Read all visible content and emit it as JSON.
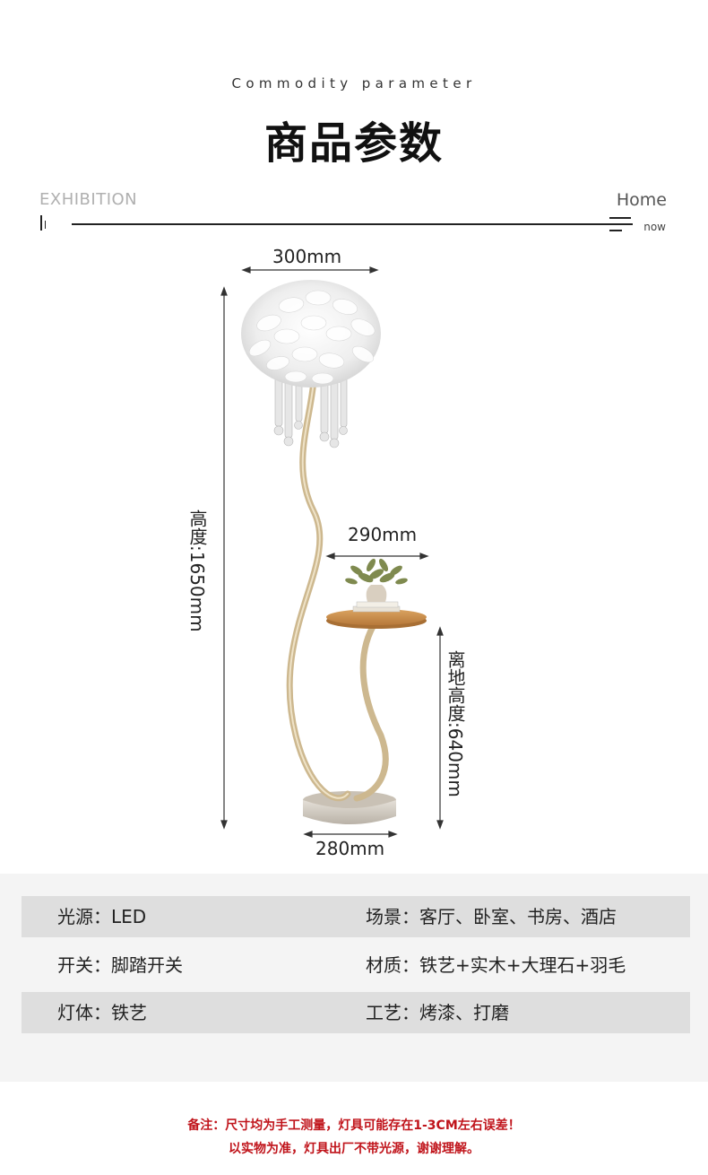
{
  "header": {
    "subtitle_en": "Commodity parameter",
    "title_cn": "商品参数",
    "exhibition": "EXHIBITION",
    "home": "Home",
    "now": "now"
  },
  "dimensions": {
    "shade_width": "300mm",
    "total_height": "高度:1650mm",
    "tray_width": "290mm",
    "tray_height": "离地高度:640mm",
    "base_width": "280mm"
  },
  "specs": [
    {
      "left": "光源：LED",
      "right": "场景：客厅、卧室、书房、酒店"
    },
    {
      "left": "开关：脚踏开关",
      "right": "材质：铁艺+实木+大理石+羽毛"
    },
    {
      "left": "灯体：铁艺",
      "right": "工艺：烤漆、打磨"
    }
  ],
  "notes": {
    "line1": "备注：尺寸均为手工测量，灯具可能存在1-3CM左右误差！",
    "line2": "以实物为准，灯具出厂不带光源，谢谢理解。"
  },
  "colors": {
    "note_red": "#c0141b",
    "row_shade": "#dedede",
    "section_bg": "#f4f4f4",
    "frame_gold": "#cdb88f",
    "tray_wood": "#c98a45"
  }
}
